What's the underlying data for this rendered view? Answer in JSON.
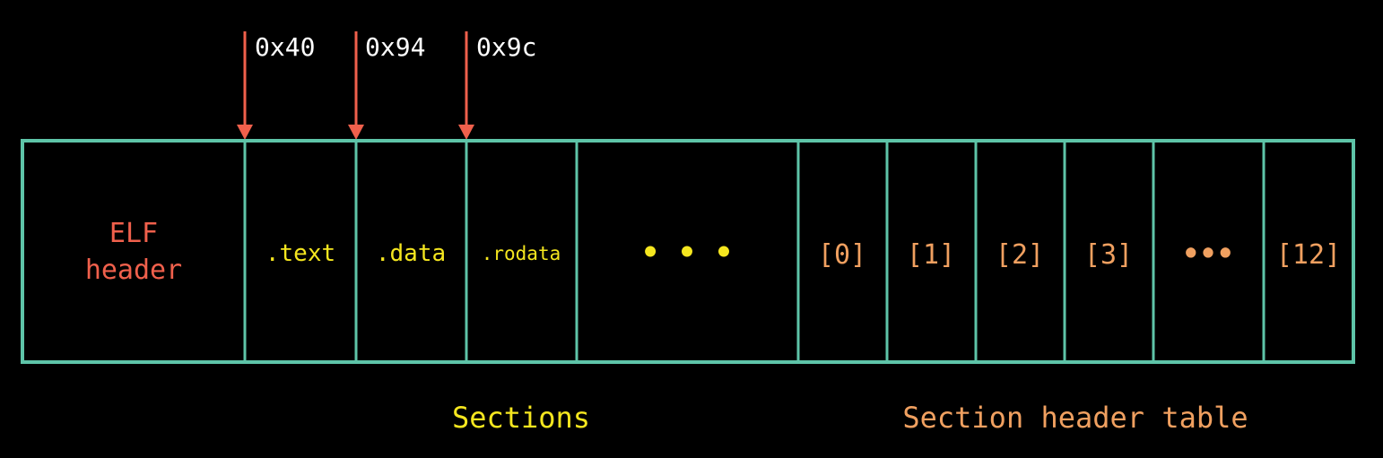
{
  "colors": {
    "background": "#000000",
    "border": "#5ec4a8",
    "arrow": "#f0604c",
    "elf_header_text": "#f0604c",
    "section_text": "#f5e61f",
    "table_text": "#f0a060",
    "offset_text": "#ffffff"
  },
  "elf_header": {
    "line1": "ELF",
    "line2": "header"
  },
  "sections": [
    {
      "name": ".text",
      "offset": "0x40"
    },
    {
      "name": ".data",
      "offset": "0x94"
    },
    {
      "name": ".rodata",
      "offset": "0x9c"
    }
  ],
  "sections_ellipsis": "• • •",
  "table_entries": [
    "[0]",
    "[1]",
    "[2]",
    "[3]"
  ],
  "table_ellipsis": "•••",
  "table_last": "[12]",
  "labels": {
    "sections": "Sections",
    "section_header_table": "Section header table"
  }
}
